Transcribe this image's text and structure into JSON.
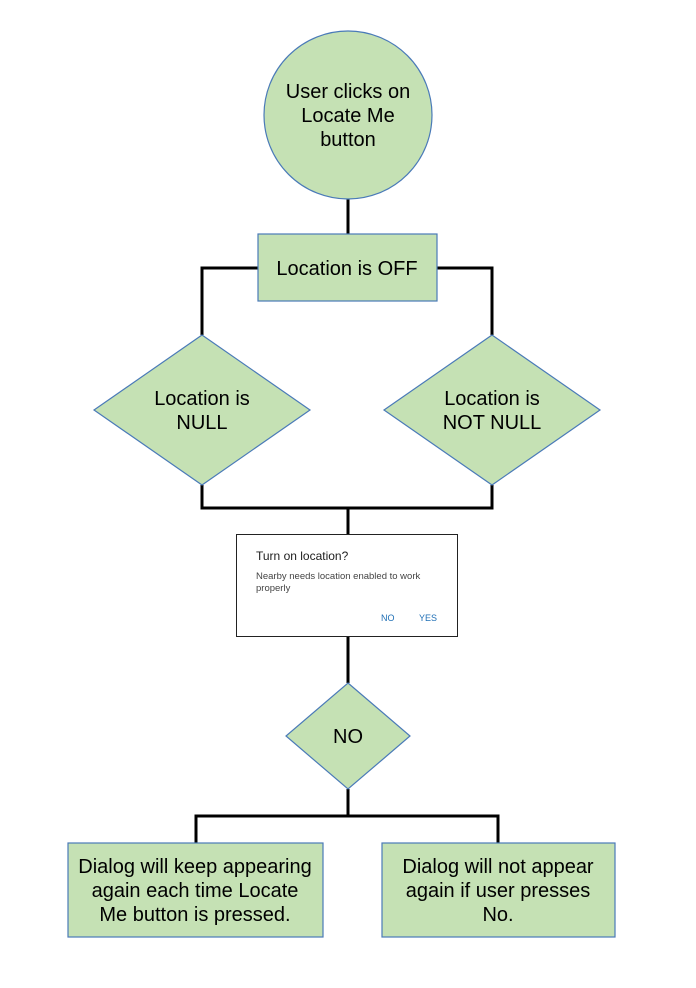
{
  "colors": {
    "node_fill": "#c5e1b4",
    "node_stroke": "#4a7ab8",
    "connector": "#000000",
    "dialog_button": "#1f6fb5"
  },
  "nodes": {
    "start": [
      "User clicks on",
      "Locate Me",
      "button"
    ],
    "location_off": [
      "Location is OFF"
    ],
    "location_null": [
      "Location is",
      "NULL"
    ],
    "location_not_null": [
      "Location is",
      "NOT NULL"
    ],
    "choice_no": [
      "NO"
    ],
    "outcome_keep": [
      "Dialog will keep appearing",
      "again each time Locate",
      "Me button is pressed."
    ],
    "outcome_not": [
      "Dialog will not appear",
      "again if user presses",
      "No."
    ]
  },
  "dialog": {
    "title": "Turn on location?",
    "message": "Nearby needs location enabled to work properly",
    "no_label": "NO",
    "yes_label": "YES"
  }
}
